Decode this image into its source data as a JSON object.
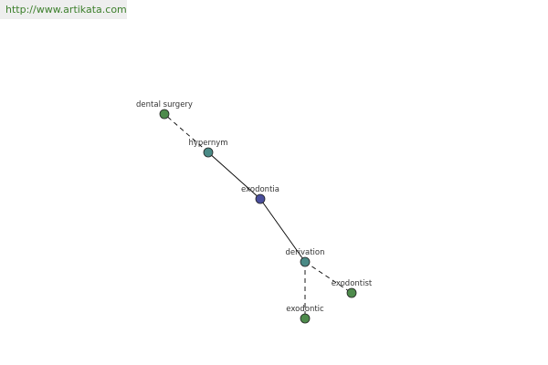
{
  "header": {
    "url_text": "http://www.artikata.com"
  },
  "graph": {
    "colors": {
      "center": "#4a4e9c",
      "relation": "#4a8a86",
      "leaf": "#4e8b4c",
      "edge": "#000000"
    },
    "nodes": [
      {
        "id": "exodontia",
        "label": "exodontia",
        "kind": "center"
      },
      {
        "id": "hypernym",
        "label": "hypernym",
        "kind": "relation"
      },
      {
        "id": "derivation",
        "label": "derivation",
        "kind": "relation"
      },
      {
        "id": "dental_surgery",
        "label": "dental surgery",
        "kind": "leaf"
      },
      {
        "id": "exodontist",
        "label": "exodontist",
        "kind": "leaf"
      },
      {
        "id": "exodontic",
        "label": "exodontic",
        "kind": "leaf"
      }
    ],
    "edges": [
      {
        "from": "exodontia",
        "to": "hypernym",
        "style": "solid"
      },
      {
        "from": "exodontia",
        "to": "derivation",
        "style": "solid"
      },
      {
        "from": "hypernym",
        "to": "dental_surgery",
        "style": "dashed"
      },
      {
        "from": "derivation",
        "to": "exodontist",
        "style": "dashed"
      },
      {
        "from": "derivation",
        "to": "exodontic",
        "style": "dashed"
      }
    ]
  }
}
